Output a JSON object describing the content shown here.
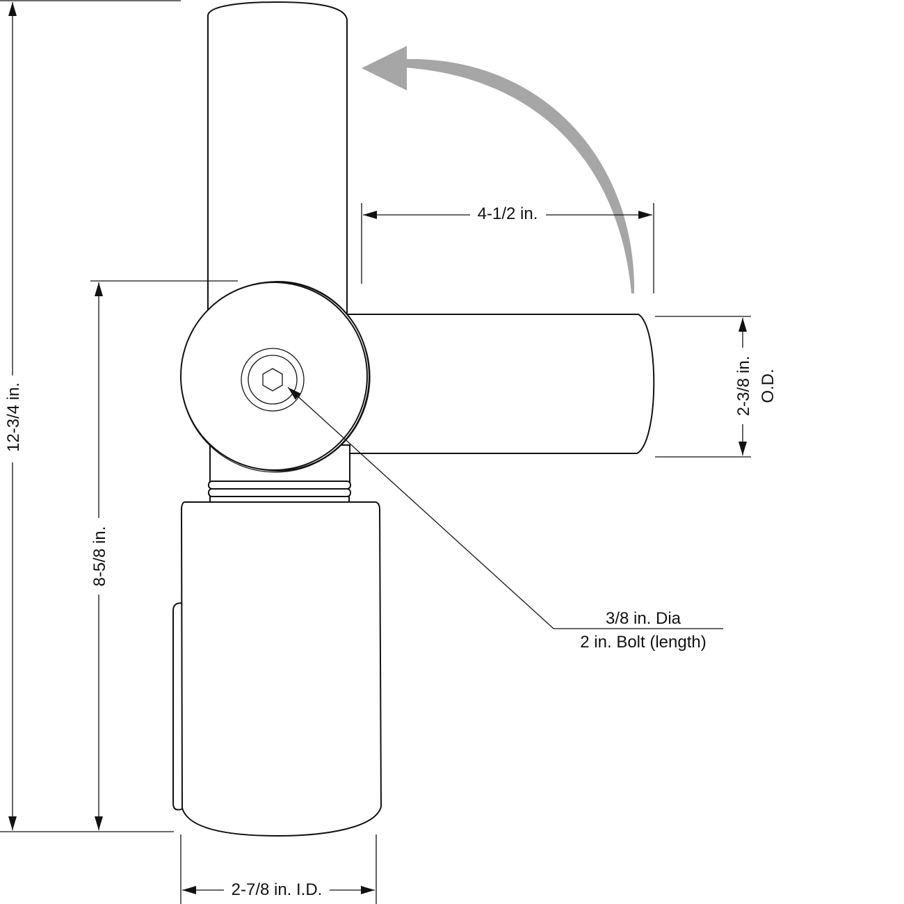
{
  "dimensions": {
    "overall_height": "12-3/4 in.",
    "pivot_height": "8-5/8 in.",
    "arm_length": "4-1/2 in.",
    "arm_od_value": "2-3/8 in.",
    "arm_od_suffix": "O.D.",
    "socket_id": "2-7/8 in. I.D."
  },
  "callout": {
    "line1": "3/8 in. Dia",
    "line2": "2 in. Bolt (length)"
  },
  "colors": {
    "line": "#111111",
    "rotation_arrow": "#a6a6a6",
    "background": "#ffffff"
  },
  "icons": {
    "bolt_head": "hex-socket-bolt-icon",
    "rotation": "curved-rotation-arrow-icon"
  }
}
